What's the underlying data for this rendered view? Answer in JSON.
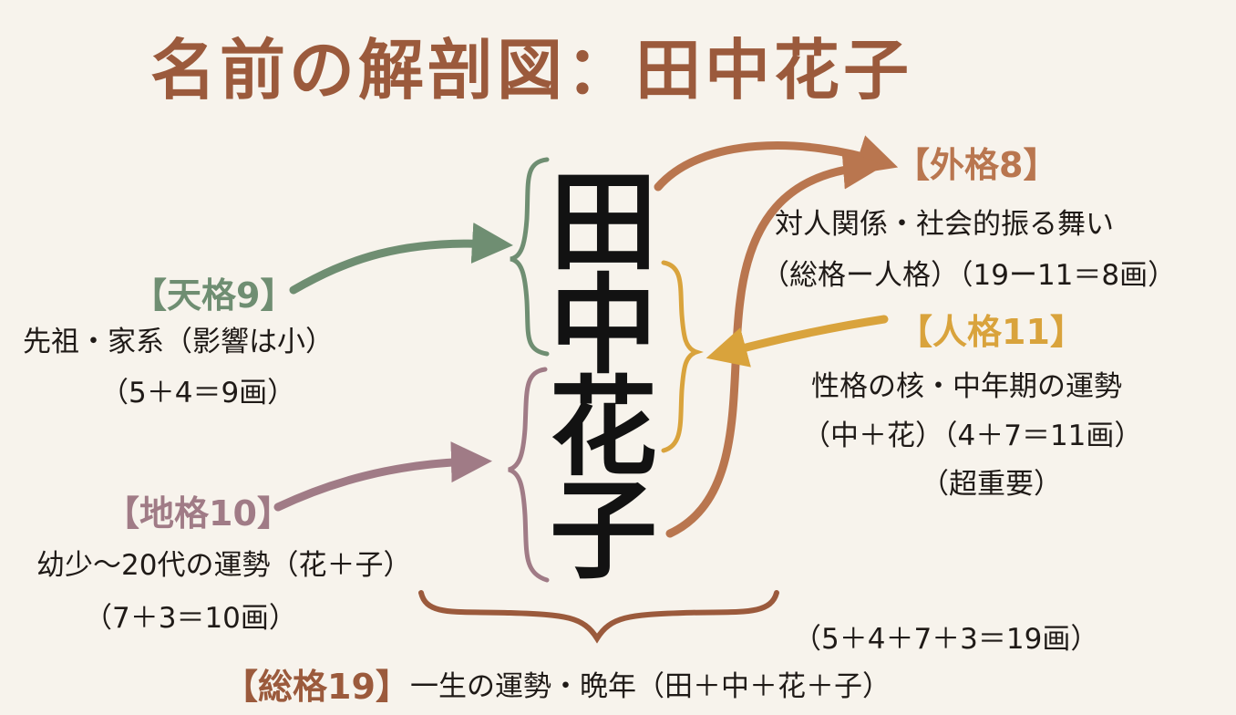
{
  "title": "名前の解剖図：田中花子",
  "name_chars": [
    "田",
    "中",
    "花",
    "子"
  ],
  "tenkaku": {
    "label": "【天格9】",
    "desc": "先祖・家系（影響は小）",
    "calc": "（5＋4＝9画）",
    "color": "#6f8e72"
  },
  "chikaku": {
    "label": "【地格10】",
    "desc": "幼少〜20代の運勢（花＋子）",
    "calc": "（7＋3＝10画）",
    "color": "#a07b86"
  },
  "gaikaku": {
    "label": "【外格8】",
    "desc": "対人関係・社会的振る舞い",
    "calc": "（総格ー人格）（19ー11＝8画）",
    "color": "#b9764f"
  },
  "jinkaku": {
    "label": "【人格11】",
    "desc": "性格の核・中年期の運勢",
    "calc": "（中＋花）（4＋7＝11画）",
    "note": "（超重要）",
    "color": "#d9a33c"
  },
  "soukaku": {
    "calc": "（5＋4＋7＋3＝19画）",
    "label": "【総格19】",
    "desc": "一生の運勢・晩年（田＋中＋花＋子）",
    "color": "#9b5a3c"
  }
}
